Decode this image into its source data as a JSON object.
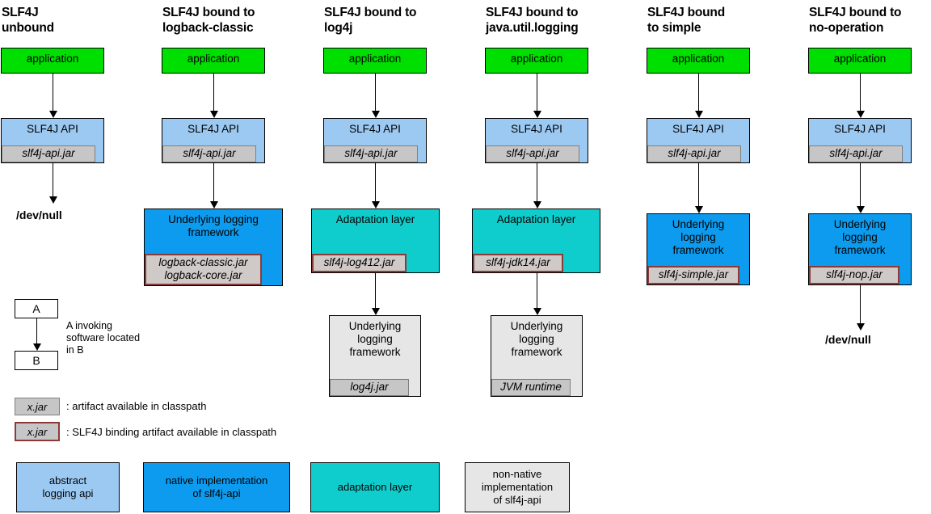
{
  "diagram": {
    "title": "SLF4J binding diagram",
    "colors": {
      "application": "#00e000",
      "abstract_logging_api": "#9cc9f2",
      "native_implementation": "#0c9bee",
      "adaptation_layer": "#10cdcd",
      "non_native_implementation": "#e6e6e6",
      "artifact_jar": "#c6c6c6",
      "binding_border": "#8b3a3a",
      "outline": "#000000"
    }
  },
  "columns": [
    {
      "title": "SLF4J\nunbound",
      "nodes": [
        {
          "label": "application",
          "kind": "application",
          "jar": null
        },
        {
          "label": "SLF4J API",
          "kind": "abstract",
          "jar": "slf4j-api.jar",
          "jar_binding": false
        }
      ],
      "terminal": "/dev/null"
    },
    {
      "title": "SLF4J bound to\nlogback-classic",
      "nodes": [
        {
          "label": "application",
          "kind": "application",
          "jar": null
        },
        {
          "label": "SLF4J API",
          "kind": "abstract",
          "jar": "slf4j-api.jar",
          "jar_binding": false
        },
        {
          "label": "Underlying logging\nframework",
          "kind": "native",
          "jar": "logback-classic.jar\nlogback-core.jar",
          "jar_binding": true
        }
      ],
      "terminal": null
    },
    {
      "title": "SLF4J bound to\nlog4j",
      "nodes": [
        {
          "label": "application",
          "kind": "application",
          "jar": null
        },
        {
          "label": "SLF4J API",
          "kind": "abstract",
          "jar": "slf4j-api.jar",
          "jar_binding": false
        },
        {
          "label": "Adaptation layer",
          "kind": "adaptation",
          "jar": "slf4j-log412.jar",
          "jar_binding": true
        },
        {
          "label": "Underlying\nlogging\nframework",
          "kind": "nonnative",
          "jar": "log4j.jar",
          "jar_binding": false
        }
      ],
      "terminal": null
    },
    {
      "title": "SLF4J bound to\njava.util.logging",
      "nodes": [
        {
          "label": "application",
          "kind": "application",
          "jar": null
        },
        {
          "label": "SLF4J API",
          "kind": "abstract",
          "jar": "slf4j-api.jar",
          "jar_binding": false
        },
        {
          "label": "Adaptation layer",
          "kind": "adaptation",
          "jar": "slf4j-jdk14.jar",
          "jar_binding": true
        },
        {
          "label": "Underlying\nlogging\nframework",
          "kind": "nonnative",
          "jar": "JVM runtime",
          "jar_binding": false
        }
      ],
      "terminal": null
    },
    {
      "title": "SLF4J bound\nto simple",
      "nodes": [
        {
          "label": "application",
          "kind": "application",
          "jar": null
        },
        {
          "label": "SLF4J API",
          "kind": "abstract",
          "jar": "slf4j-api.jar",
          "jar_binding": false
        },
        {
          "label": "Underlying\nlogging\nframework",
          "kind": "native",
          "jar": "slf4j-simple.jar",
          "jar_binding": true
        }
      ],
      "terminal": null
    },
    {
      "title": "SLF4J bound to\nno-operation",
      "nodes": [
        {
          "label": "application",
          "kind": "application",
          "jar": null
        },
        {
          "label": "SLF4J API",
          "kind": "abstract",
          "jar": "slf4j-api.jar",
          "jar_binding": false
        },
        {
          "label": "Underlying\nlogging\nframework",
          "kind": "native",
          "jar": "slf4j-nop.jar",
          "jar_binding": true
        }
      ],
      "terminal": "/dev/null"
    }
  ],
  "legend": {
    "invocation": {
      "box_a": "A",
      "box_b": "B",
      "caption": "A invoking\nsoftware located\nin B"
    },
    "artifact": {
      "sample": "x.jar",
      "caption": ": artifact available in classpath"
    },
    "binding_artifact": {
      "sample": "x.jar",
      "caption": ": SLF4J binding artifact available in classpath"
    },
    "swatches": [
      {
        "label": "abstract\nlogging api",
        "kind": "abstract"
      },
      {
        "label": "native implementation\nof slf4j-api",
        "kind": "native"
      },
      {
        "label": "adaptation layer",
        "kind": "adaptation"
      },
      {
        "label": "non-native\nimplementation\nof slf4j-api",
        "kind": "nonnative"
      }
    ]
  }
}
